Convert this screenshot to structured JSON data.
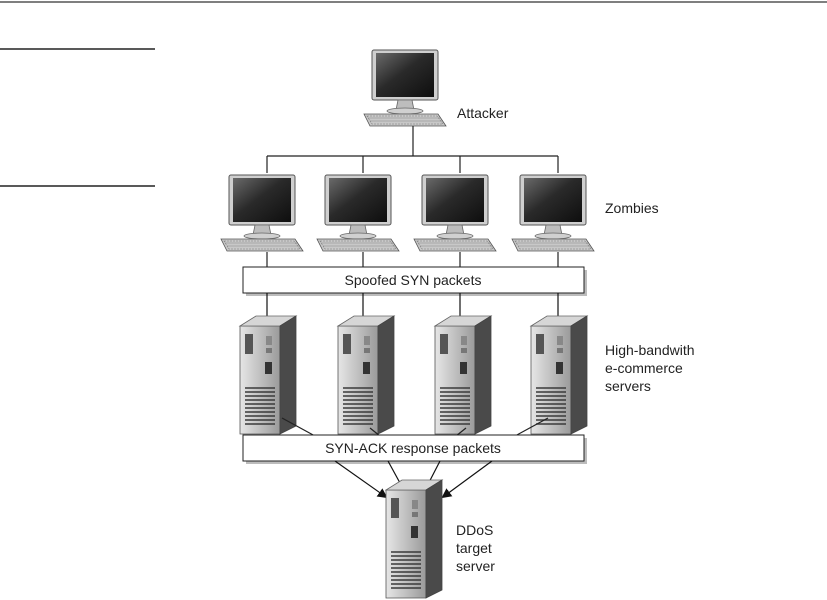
{
  "labels": {
    "attacker": "Attacker",
    "zombies": "Zombies",
    "spoofed_box": "Spoofed SYN packets",
    "servers": [
      "High-bandwith",
      "e-commerce",
      "servers"
    ],
    "synack_box": "SYN-ACK response packets",
    "target": [
      "DDoS",
      "target",
      "server"
    ]
  },
  "counts": {
    "zombies": 4,
    "servers": 4
  },
  "colors": {
    "line": "#222222",
    "rule": "#555555"
  },
  "icons": {
    "computer": "desktop-computer-icon",
    "server": "tower-server-icon"
  }
}
